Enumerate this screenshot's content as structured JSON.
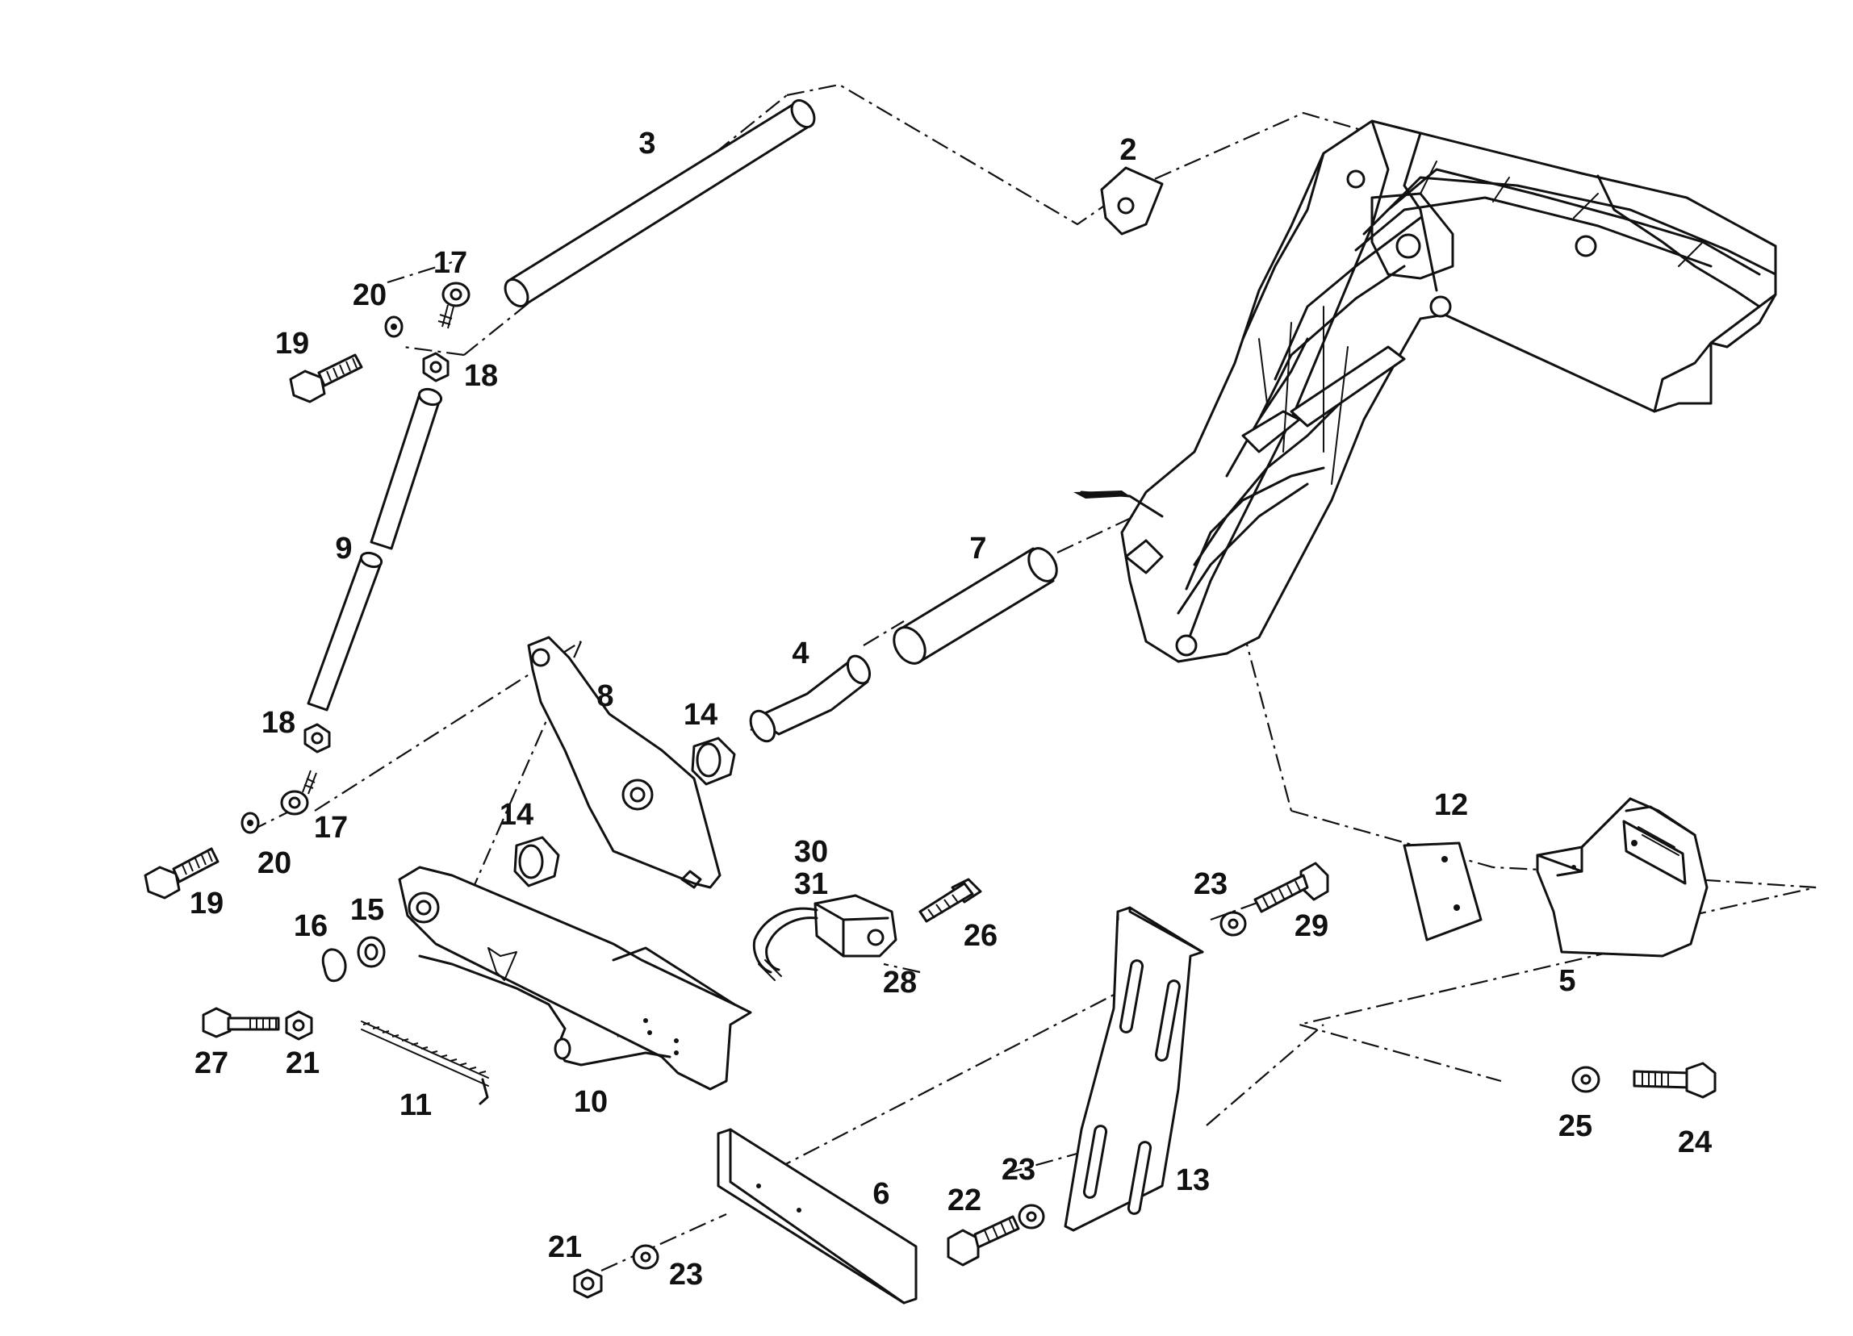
{
  "callouts": {
    "c2": "2",
    "c3": "3",
    "c4": "4",
    "c5": "5",
    "c6": "6",
    "c7": "7",
    "c8": "8",
    "c9": "9",
    "c10": "10",
    "c11": "11",
    "c12": "12",
    "c13": "13",
    "c14a": "14",
    "c14b": "14",
    "c15": "15",
    "c16": "16",
    "c17a": "17",
    "c17b": "17",
    "c18a": "18",
    "c18b": "18",
    "c19a": "19",
    "c19b": "19",
    "c20a": "20",
    "c20b": "20",
    "c21a": "21",
    "c21b": "21",
    "c22": "22",
    "c23a": "23",
    "c23b": "23",
    "c23c": "23",
    "c24": "24",
    "c25": "25",
    "c26": "26",
    "c27": "27",
    "c28": "28",
    "c29": "29",
    "c30": "30",
    "c31": "31"
  },
  "colors": {
    "ink": "#111111",
    "paper": "#ffffff"
  }
}
